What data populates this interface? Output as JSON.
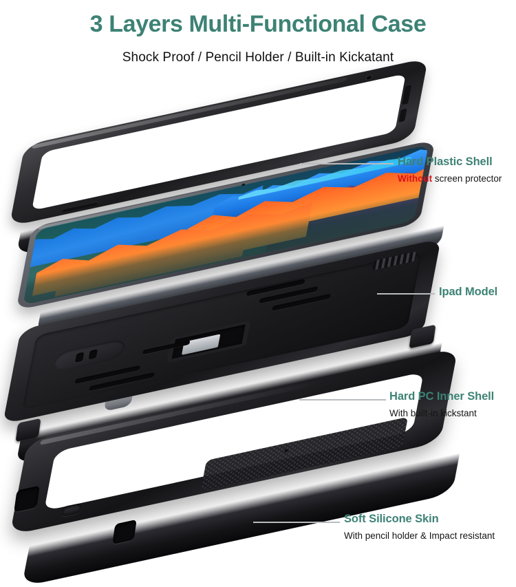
{
  "header": {
    "title": "3 Layers Multi-Functional Case",
    "subtitle": "Shock Proof / Pencil Holder / Built-in Kickatant"
  },
  "colors": {
    "accent_teal": "#3d8275",
    "highlight_red": "#d8121a",
    "body_text": "#141414",
    "background": "#ffffff",
    "leader_line": "#b9bcbe",
    "case_black": "#1a1a1d",
    "tablet_gray": "#55585e"
  },
  "callouts": [
    {
      "id": "hard-plastic-shell",
      "title": "Hard Plastic Shell",
      "sub_highlight": "Without",
      "sub_rest": " screen protector"
    },
    {
      "id": "ipad-model",
      "title": "Ipad Model",
      "sub_highlight": "",
      "sub_rest": ""
    },
    {
      "id": "hard-pc-inner-shell",
      "title": "Hard PC Inner Shell",
      "sub_highlight": "",
      "sub_rest": "With built-in kickstant"
    },
    {
      "id": "soft-silicone-skin",
      "title": "Soft Silicone Skin",
      "sub_highlight": "",
      "sub_rest": "With pencil holder & Impact resistant"
    }
  ],
  "layers": [
    {
      "name": "hard-plastic-shell",
      "order": 1
    },
    {
      "name": "ipad-model",
      "order": 2
    },
    {
      "name": "hard-pc-inner-shell",
      "order": 3
    },
    {
      "name": "soft-silicone-skin",
      "order": 4
    }
  ]
}
